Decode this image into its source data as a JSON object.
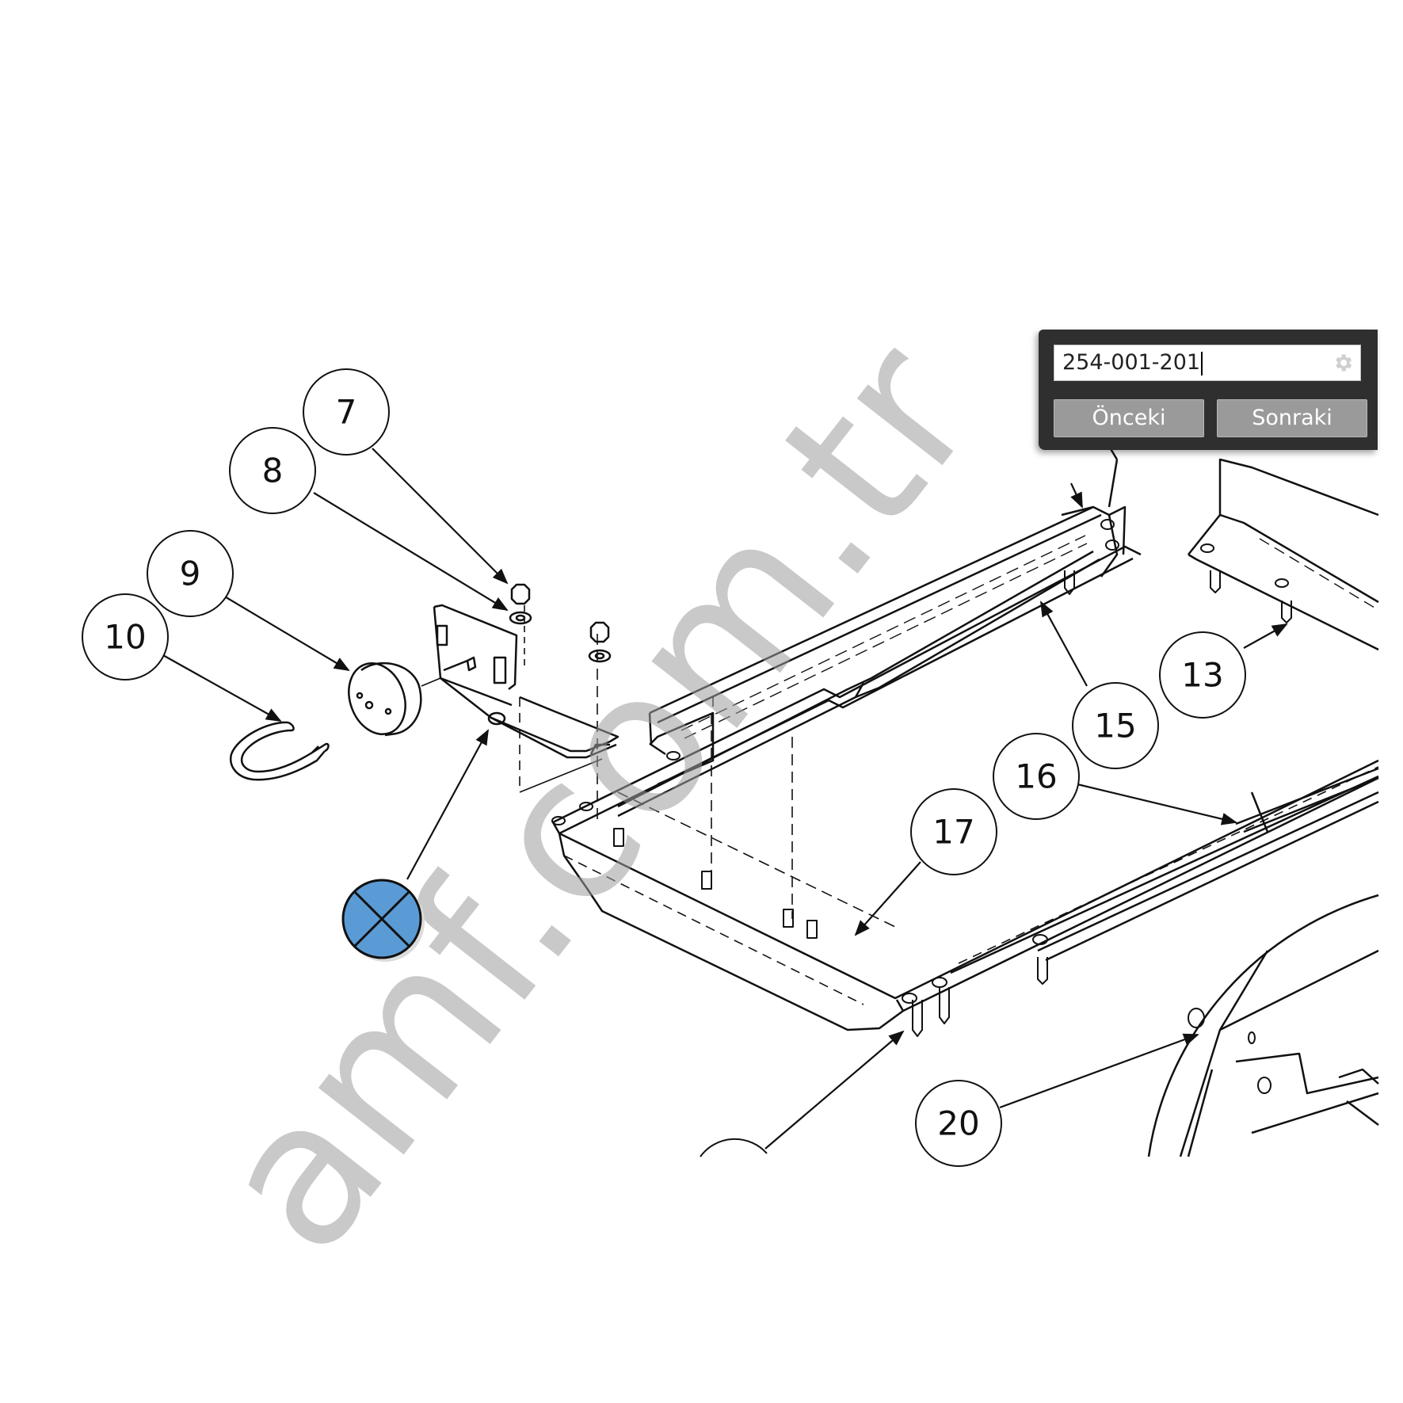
{
  "watermark": "amf.com.tr",
  "callouts": {
    "c7": "7",
    "c8": "8",
    "c9": "9",
    "c10": "10",
    "c13": "13",
    "c15": "15",
    "c16": "16",
    "c17": "17",
    "c20": "20"
  },
  "search": {
    "value": "254-001-201",
    "prev_label": "Önceki",
    "next_label": "Sonraki",
    "settings_icon": "gear-icon"
  },
  "marker": {
    "color": "#5b9bd5",
    "icon": "circle-x-icon"
  }
}
